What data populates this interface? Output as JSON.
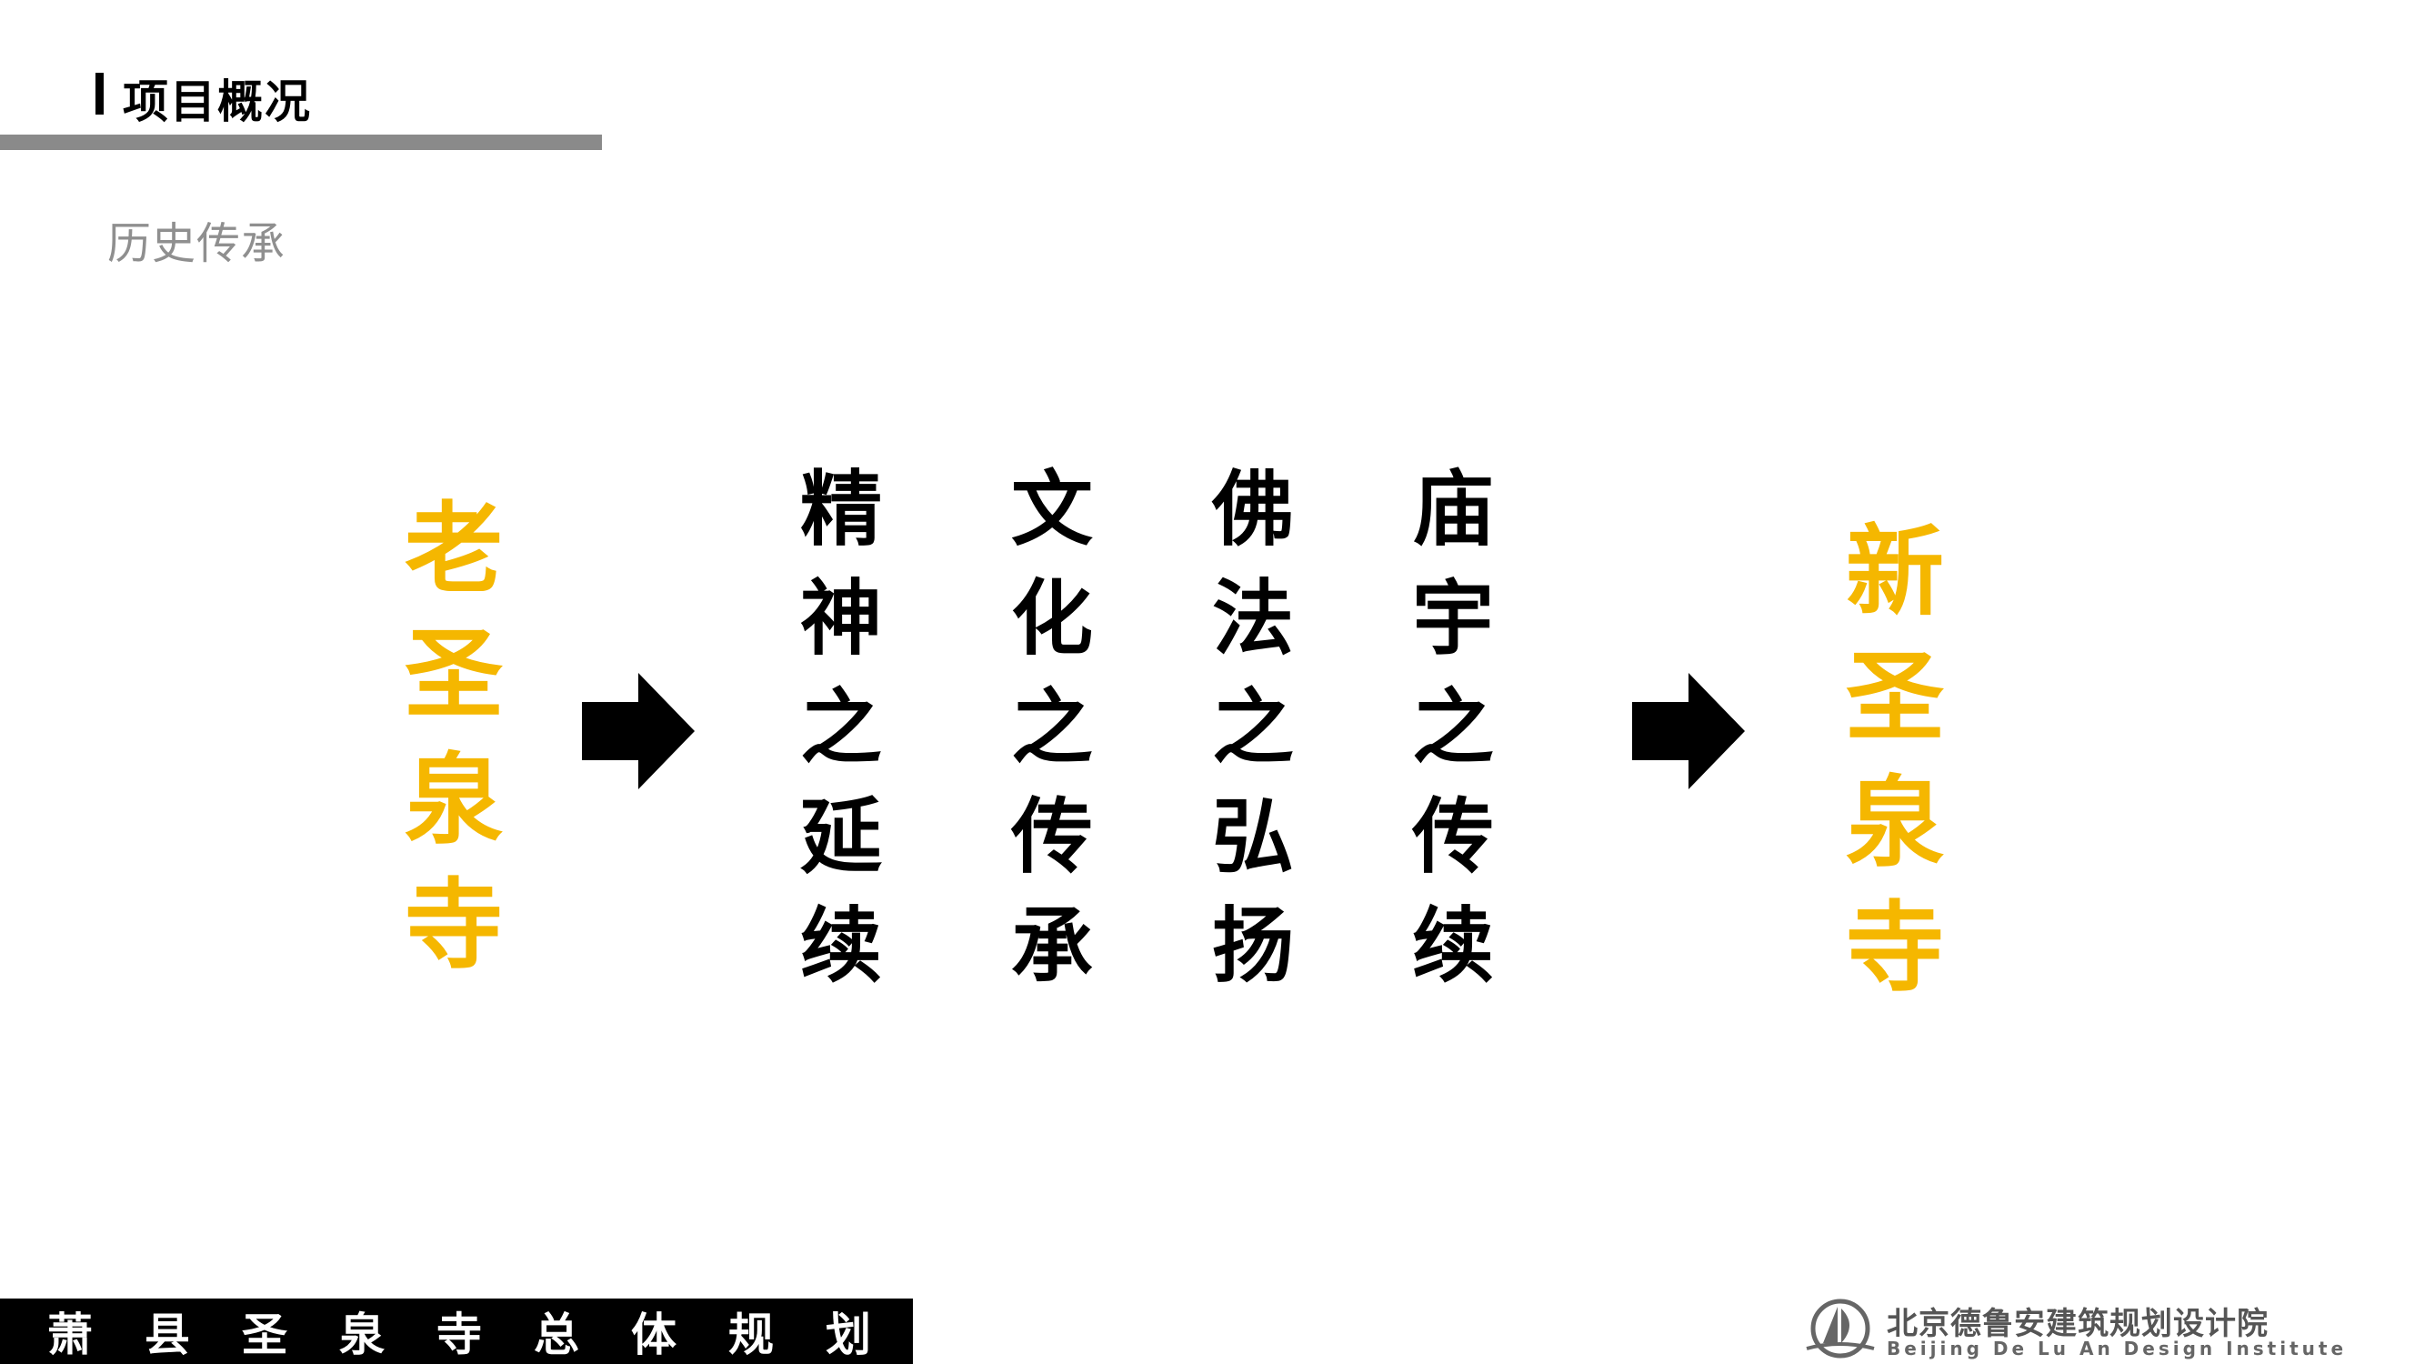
{
  "header": {
    "section_title": "项目概况",
    "subtitle": "历史传承"
  },
  "left_label": {
    "chars": [
      "老",
      "圣",
      "泉",
      "寺"
    ],
    "color": "#f5b700"
  },
  "right_label": {
    "chars": [
      "新",
      "圣",
      "泉",
      "寺"
    ],
    "color": "#f5b700"
  },
  "columns": [
    [
      "精",
      "神",
      "之",
      "延",
      "续"
    ],
    [
      "文",
      "化",
      "之",
      "传",
      "承"
    ],
    [
      "佛",
      "法",
      "之",
      "弘",
      "扬"
    ],
    [
      "庙",
      "宇",
      "之",
      "传",
      "续"
    ]
  ],
  "footer": {
    "project_name": "萧县圣泉寺总体规划"
  },
  "organization": {
    "name_cn": "北京德鲁安建筑规划设计院",
    "name_en": "Beijing De Lu An Design Institute",
    "logo_icon": "sailboat-logo-icon"
  },
  "colors": {
    "accent": "#f5b700",
    "rule": "#8a8a8a",
    "text": "#000000"
  }
}
